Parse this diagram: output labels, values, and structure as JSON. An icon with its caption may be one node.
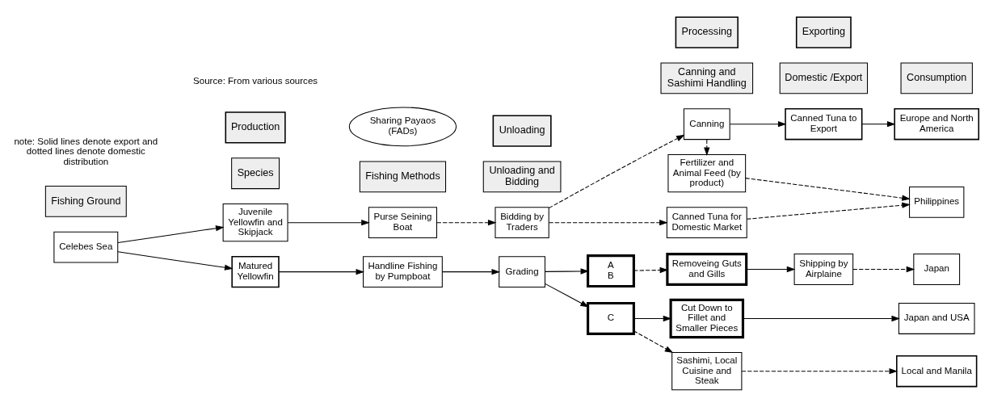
{
  "diagram": {
    "nodes": [
      {
        "text": [
          "Celebes Sea"
        ]
      },
      {
        "text": [
          "Juvenile Yellowfin and Skipjack"
        ]
      },
      {
        "text": [
          "Matured Yellowfin"
        ]
      },
      {
        "text": [
          "Purse Seining Boat"
        ]
      },
      {
        "text": [
          "Sharing Payaos (FADs)"
        ]
      },
      {
        "text": [
          "Handline Fishing by Pumpboat"
        ]
      },
      {
        "text": [
          "Bidding by Traders"
        ]
      },
      {
        "text": [
          "Grading"
        ]
      },
      {
        "text": [
          "Canning"
        ]
      },
      {
        "text": [
          "Fertilizer and Animal Feed (by product)"
        ]
      },
      {
        "text": [
          "Canned Tuna for Domestic Market"
        ]
      },
      {
        "text": [
          "A",
          "B"
        ]
      },
      {
        "text": [
          "C"
        ]
      },
      {
        "text": [
          "Canned Tuna to Export"
        ]
      },
      {
        "text": [
          "Removeing Guts and Gills"
        ]
      },
      {
        "text": [
          "Cut Down to Fillet and Smaller Pieces"
        ]
      },
      {
        "text": [
          "Sashimi, Local Cuisine and Steak"
        ]
      },
      {
        "text": [
          "Shipping by Airplaine"
        ]
      },
      {
        "text": [
          "Europe and North America"
        ]
      },
      {
        "text": [
          "Philippines"
        ]
      },
      {
        "text": [
          "Japan"
        ]
      },
      {
        "text": [
          "Japan and USA"
        ]
      },
      {
        "text": [
          "Local and Manila"
        ]
      }
    ],
    "edges": [
      {
        "from": 0,
        "to": 1,
        "arrow": "to"
      },
      {
        "from": 0,
        "to": 2,
        "arrow": "to"
      },
      {
        "from": 1,
        "to": 3,
        "arrow": "to"
      },
      {
        "from": 2,
        "to": 5,
        "arrow": "to"
      },
      {
        "from": 3,
        "to": 6,
        "arrow": "to",
        "style": "dashed"
      },
      {
        "from": 5,
        "to": 7,
        "arrow": "to"
      },
      {
        "from": 6,
        "to": 8,
        "arrow": "to",
        "style": "dashed"
      },
      {
        "from": 6,
        "to": 10,
        "arrow": "to",
        "style": "dashed"
      },
      {
        "from": 8,
        "to": 13,
        "arrow": "to"
      },
      {
        "from": 8,
        "to": 9,
        "arrow": "to",
        "style": "dashed"
      },
      {
        "from": 13,
        "to": 18,
        "arrow": "to"
      },
      {
        "from": 9,
        "to": 19,
        "arrow": "to",
        "style": "dashed"
      },
      {
        "from": 10,
        "to": 19,
        "arrow": "to",
        "style": "dashed"
      },
      {
        "from": 7,
        "to": 11,
        "arrow": "to"
      },
      {
        "from": 7,
        "to": 12,
        "arrow": "to"
      },
      {
        "from": 11,
        "to": 14,
        "arrow": "to",
        "style": "dashed"
      },
      {
        "from": 14,
        "to": 17,
        "arrow": "to"
      },
      {
        "from": 17,
        "to": 20,
        "arrow": "to",
        "style": "dashed"
      },
      {
        "from": 12,
        "to": 15,
        "arrow": "to"
      },
      {
        "from": 15,
        "to": 21,
        "arrow": "to"
      },
      {
        "from": 12,
        "to": 16,
        "arrow": "to",
        "style": "dashed"
      },
      {
        "from": 16,
        "to": 22,
        "arrow": "to",
        "style": "dashed"
      }
    ],
    "labels": [
      "Production",
      "Unloading",
      "Processing",
      "Exporting",
      "Fishing Ground",
      "Species",
      "Fishing Methods",
      "Unloading and Bidding",
      "Canning and Sashimi Handling",
      "Domestic /Export",
      "Consumption",
      "note: Solid lines denote export and dotted lines denote domestic distribution",
      "Source: From various sources"
    ]
  }
}
